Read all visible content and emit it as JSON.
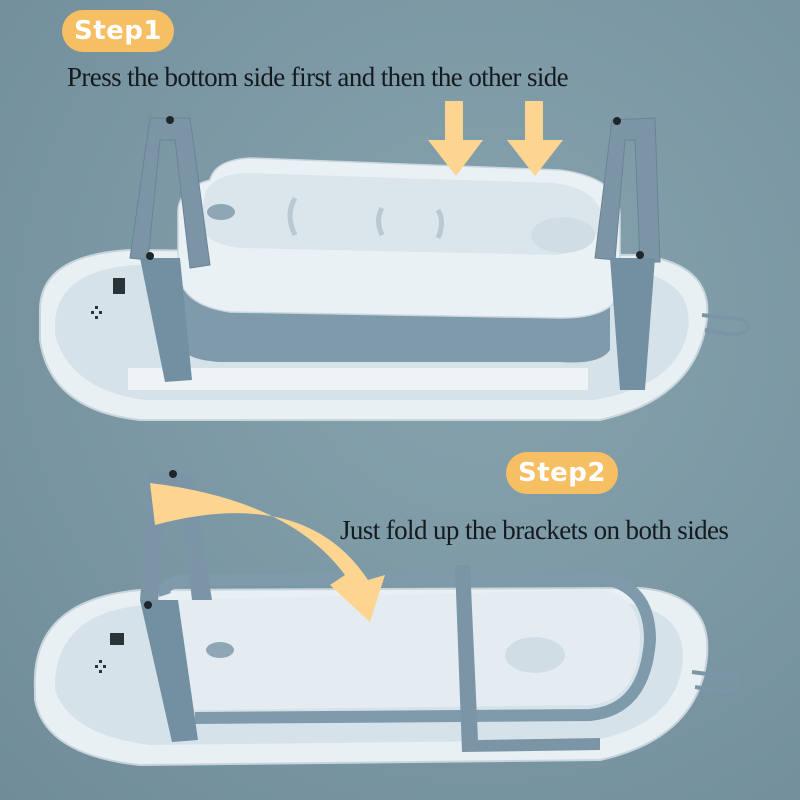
{
  "steps": [
    {
      "badge": "Step1",
      "caption": "Press the bottom side first and then the other side",
      "illustration": "unfolded-bathtub-with-two-press-down-arrows"
    },
    {
      "badge": "Step2",
      "caption": "Just fold up the brackets on both sides",
      "illustration": "folded-bathtub-with-curved-fold-arrow"
    }
  ],
  "colors": {
    "background": "#7a97a3",
    "badge": "#f7bf63",
    "badge_text": "#ffffff",
    "caption_text": "#141a1e",
    "arrow": "#fdd590",
    "tub_white": "#e6eef2",
    "tub_blue": "#7f9aab",
    "bracket": "#7b95a6"
  }
}
